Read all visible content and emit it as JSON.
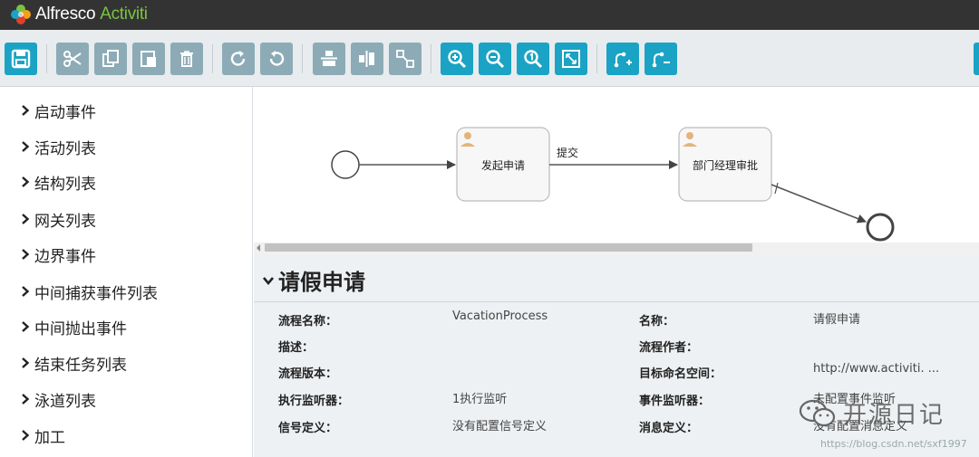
{
  "app": {
    "logo_text": "Alfresco",
    "logo_accent": "Activiti"
  },
  "toolbar": {
    "buttons": [
      {
        "name": "save-button",
        "icon": "save-icon"
      },
      {
        "name": "cut-button",
        "icon": "scissors-icon"
      },
      {
        "name": "copy-button",
        "icon": "copy-icon"
      },
      {
        "name": "paste-button",
        "icon": "paste-icon"
      },
      {
        "name": "delete-button",
        "icon": "trash-icon"
      },
      {
        "name": "redo-button",
        "icon": "redo-icon"
      },
      {
        "name": "undo-button",
        "icon": "undo-icon"
      },
      {
        "name": "align-horizontal-button",
        "icon": "align-horizontal-icon"
      },
      {
        "name": "align-vertical-button",
        "icon": "align-vertical-icon"
      },
      {
        "name": "same-size-button",
        "icon": "resize-icon"
      },
      {
        "name": "zoom-in-button",
        "icon": "zoom-in-icon"
      },
      {
        "name": "zoom-out-button",
        "icon": "zoom-out-icon"
      },
      {
        "name": "zoom-actual-button",
        "icon": "zoom-actual-icon"
      },
      {
        "name": "zoom-fit-button",
        "icon": "zoom-fit-icon"
      },
      {
        "name": "add-bendpoint-button",
        "icon": "add-bendpoint-icon"
      },
      {
        "name": "remove-bendpoint-button",
        "icon": "remove-bendpoint-icon"
      }
    ],
    "colors": {
      "teal": "#1aa3c4",
      "gray": "#8cabb6"
    }
  },
  "sidebar": {
    "items": [
      {
        "label": "启动事件"
      },
      {
        "label": "活动列表"
      },
      {
        "label": "结构列表"
      },
      {
        "label": "网关列表"
      },
      {
        "label": "边界事件"
      },
      {
        "label": "中间捕获事件列表"
      },
      {
        "label": "中间抛出事件"
      },
      {
        "label": "结束任务列表"
      },
      {
        "label": "泳道列表"
      },
      {
        "label": "加工"
      }
    ]
  },
  "diagram": {
    "task1": "发起申请",
    "task2": "部门经理审批",
    "flow_label": "提交"
  },
  "properties": {
    "title": "请假申请",
    "rows": [
      {
        "label1": "流程名称：",
        "value1": "VacationProcess",
        "label2": "名称：",
        "value2": "请假申请"
      },
      {
        "label1": "描述：",
        "value1": "",
        "label2": "流程作者：",
        "value2": ""
      },
      {
        "label1": "流程版本：",
        "value1": "",
        "label2": "目标命名空间：",
        "value2": "http://www.activiti. ..."
      },
      {
        "label1": "执行监听器：",
        "value1": "1执行监听",
        "label2": "事件监听器：",
        "value2": "未配置事件监听"
      },
      {
        "label1": "信号定义：",
        "value1": "没有配置信号定义",
        "label2": "消息定义：",
        "value2": "没有配置消息定义"
      }
    ]
  },
  "watermark": {
    "text": "开源日记",
    "url": "https://blog.csdn.net/sxf1997"
  }
}
